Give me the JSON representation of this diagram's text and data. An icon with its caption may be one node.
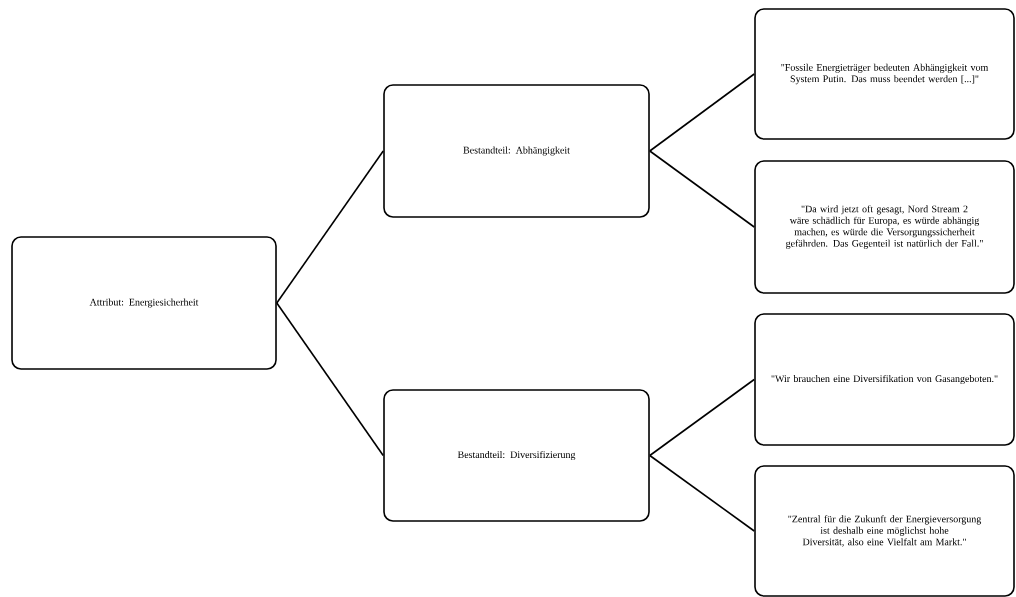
{
  "diagram": {
    "nodes": [
      {
        "text": [
          "Attribut: Energiesicherheit"
        ]
      },
      {
        "text": [
          "Bestandteil: Abhängigkeit"
        ]
      },
      {
        "text": [
          "Bestandteil: Diversifizierung"
        ]
      },
      {
        "text": [
          "\"Fossile Energieträger bedeuten Abhängigkeit vom System Putin. Das muss beendet werden [...]\""
        ]
      },
      {
        "text": [
          "\"Da wird jetzt oft gesagt, Nord Stream 2 wäre schädlich für Europa, es würde abhängig machen, es würde die Versorgungssicherheit gefährden. Das Gegenteil ist natürlich der Fall.\""
        ]
      },
      {
        "text": [
          "\"Wir brauchen eine Diversifikation von Gasangeboten.\""
        ]
      },
      {
        "text": [
          "\"Zentral für die Zukunft der Energieversorgung ist deshalb eine möglichst hohe Diversität, also eine Vielfalt am Markt.\""
        ]
      }
    ],
    "edges": [
      {
        "from": 0,
        "to": 1,
        "arrow": "none"
      },
      {
        "from": 0,
        "to": 2,
        "arrow": "none"
      },
      {
        "from": 1,
        "to": 3,
        "arrow": "none"
      },
      {
        "from": 1,
        "to": 4,
        "arrow": "none"
      },
      {
        "from": 2,
        "to": 5,
        "arrow": "none"
      },
      {
        "from": 2,
        "to": 6,
        "arrow": "none"
      }
    ]
  }
}
